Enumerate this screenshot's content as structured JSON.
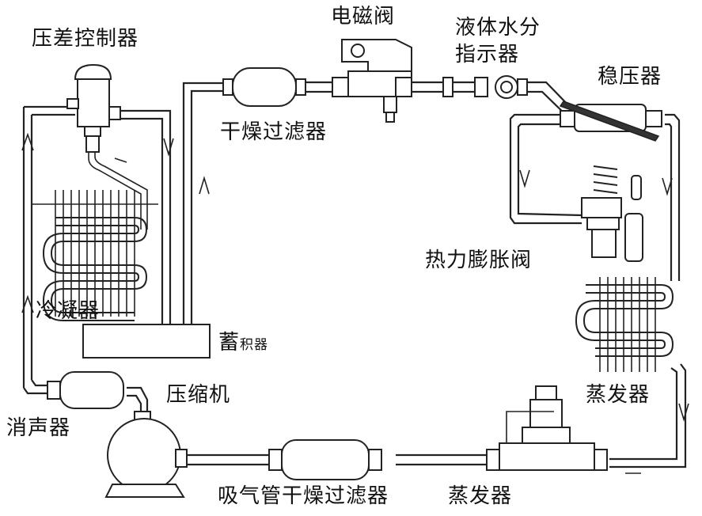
{
  "labels": {
    "pressure_diff_controller": "压差控制器",
    "solenoid_valve": "电磁阀",
    "liquid_moisture_indicator_1": "液体水分",
    "liquid_moisture_indicator_2": "指示器",
    "pressure_regulator": "稳压器",
    "dry_filter": "干燥过滤器",
    "thermal_expansion_valve": "热力膨胀阀",
    "condenser": "冷凝器",
    "accumulator_main": "蓄",
    "accumulator_small": "积器",
    "compressor": "压缩机",
    "evaporator_right": "蒸发器",
    "muffler": "消声器",
    "suction_dry_filter": "吸气管干燥过滤器",
    "evaporator_bottom": "蒸发器"
  }
}
